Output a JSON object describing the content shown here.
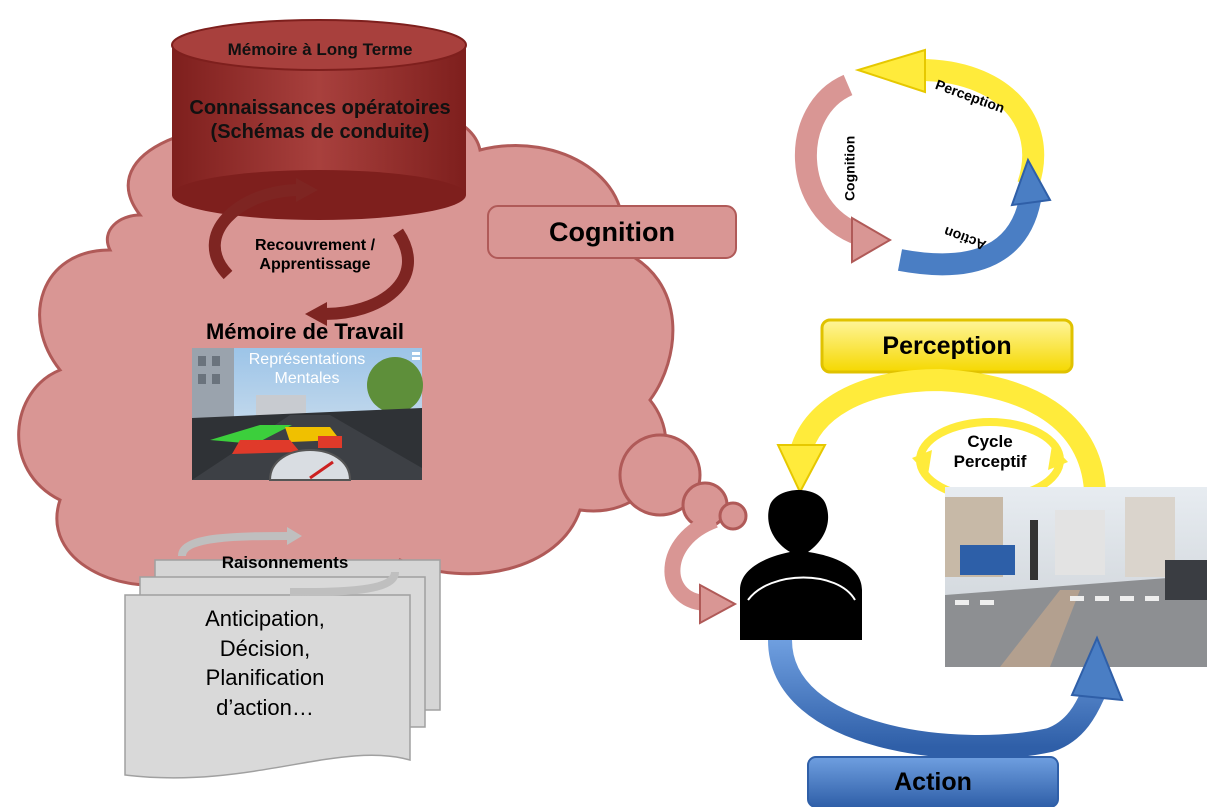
{
  "ltm": {
    "title": "Mémoire à Long Terme",
    "content": "Connaissances opératoires (Schémas de conduite)"
  },
  "recovery_label": "Recouvrement / Apprentissage",
  "working_memory": {
    "title": "Mémoire de Travail",
    "scene_caption": "Représentations Mentales"
  },
  "reasoning": {
    "title": "Raisonnements",
    "items": "Anticipation, Décision, Planification d’action…"
  },
  "cognition_box": "Cognition",
  "small_cycle": {
    "perception": "Perception",
    "cognition": "Cognition",
    "action": "Action"
  },
  "perception_box": "Perception",
  "action_box": "Action",
  "perceptive_cycle": "Cycle Perceptif",
  "colors": {
    "cloud": "#d99694",
    "cloud_stroke": "#b05a58",
    "ltm": "#9b2d2b",
    "perception": "#ffeb3b",
    "action": "#4a7ec4",
    "cognition": "#d99694"
  }
}
